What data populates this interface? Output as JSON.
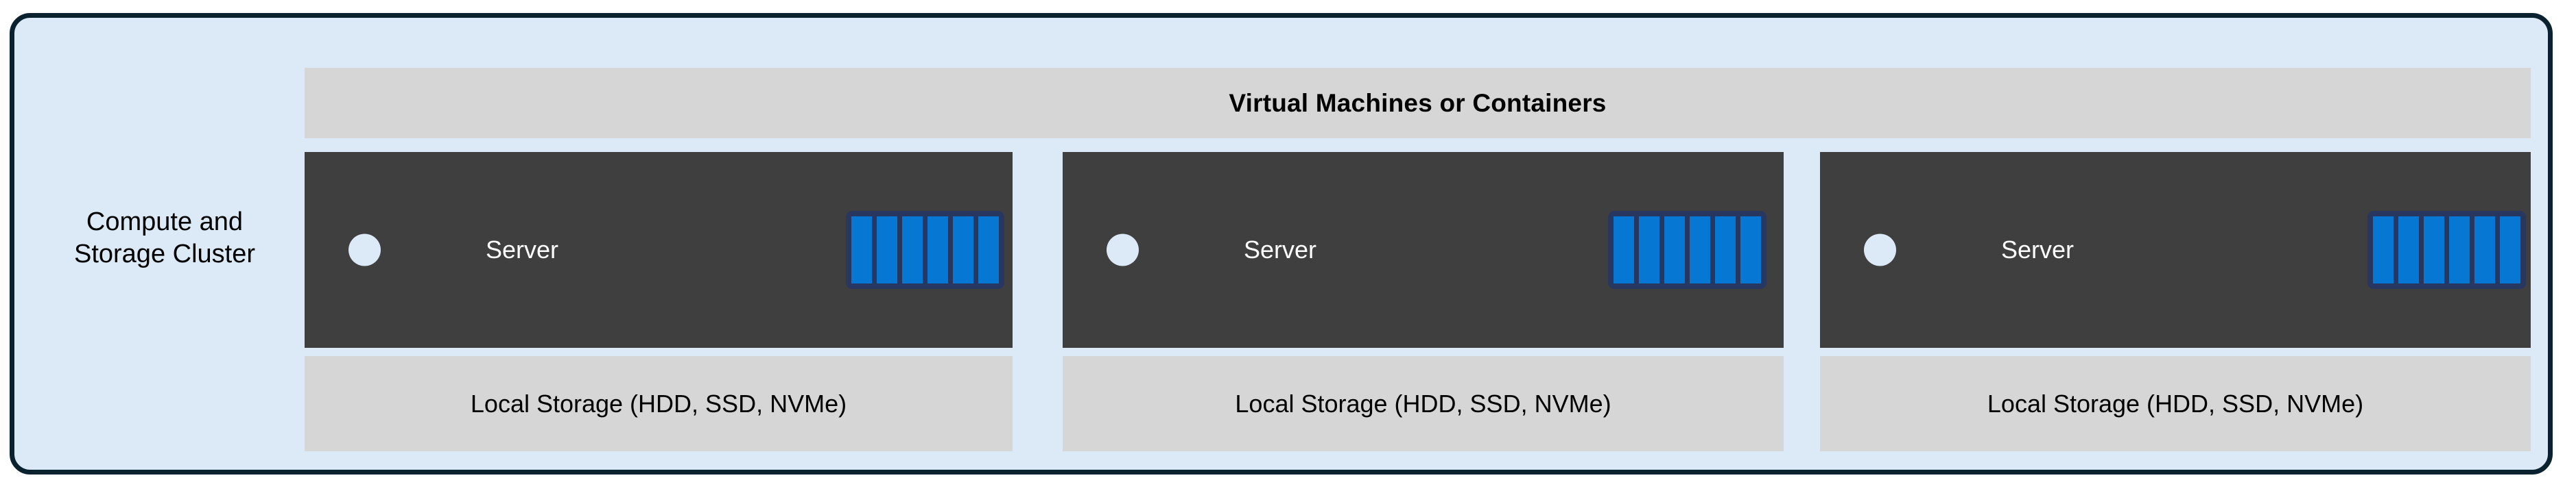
{
  "diagram": {
    "cluster_label": "Compute and\nStorage Cluster",
    "banner": {
      "title": "Virtual Machines or Containers"
    },
    "colors": {
      "background": "#dce9f7",
      "outer_border": "#0a2230",
      "banner_fill": "#d6d6d6",
      "chassis_fill": "#3f3f3f",
      "drive_fill": "#0678d4",
      "drive_bay_border": "#27375f",
      "led_fill": "#dce9f7",
      "storage_fill": "#d6d6d6",
      "text_dark": "#000000",
      "text_light": "#ffffff"
    },
    "nodes": [
      {
        "server_label": "Server",
        "storage_label": "Local Storage (HDD, SSD, NVMe)",
        "led_name": "status-led",
        "drive_count": 6
      },
      {
        "server_label": "Server",
        "storage_label": "Local Storage (HDD, SSD, NVMe)",
        "led_name": "status-led",
        "drive_count": 6
      },
      {
        "server_label": "Server",
        "storage_label": "Local Storage (HDD, SSD, NVMe)",
        "led_name": "status-led",
        "drive_count": 6
      }
    ]
  }
}
